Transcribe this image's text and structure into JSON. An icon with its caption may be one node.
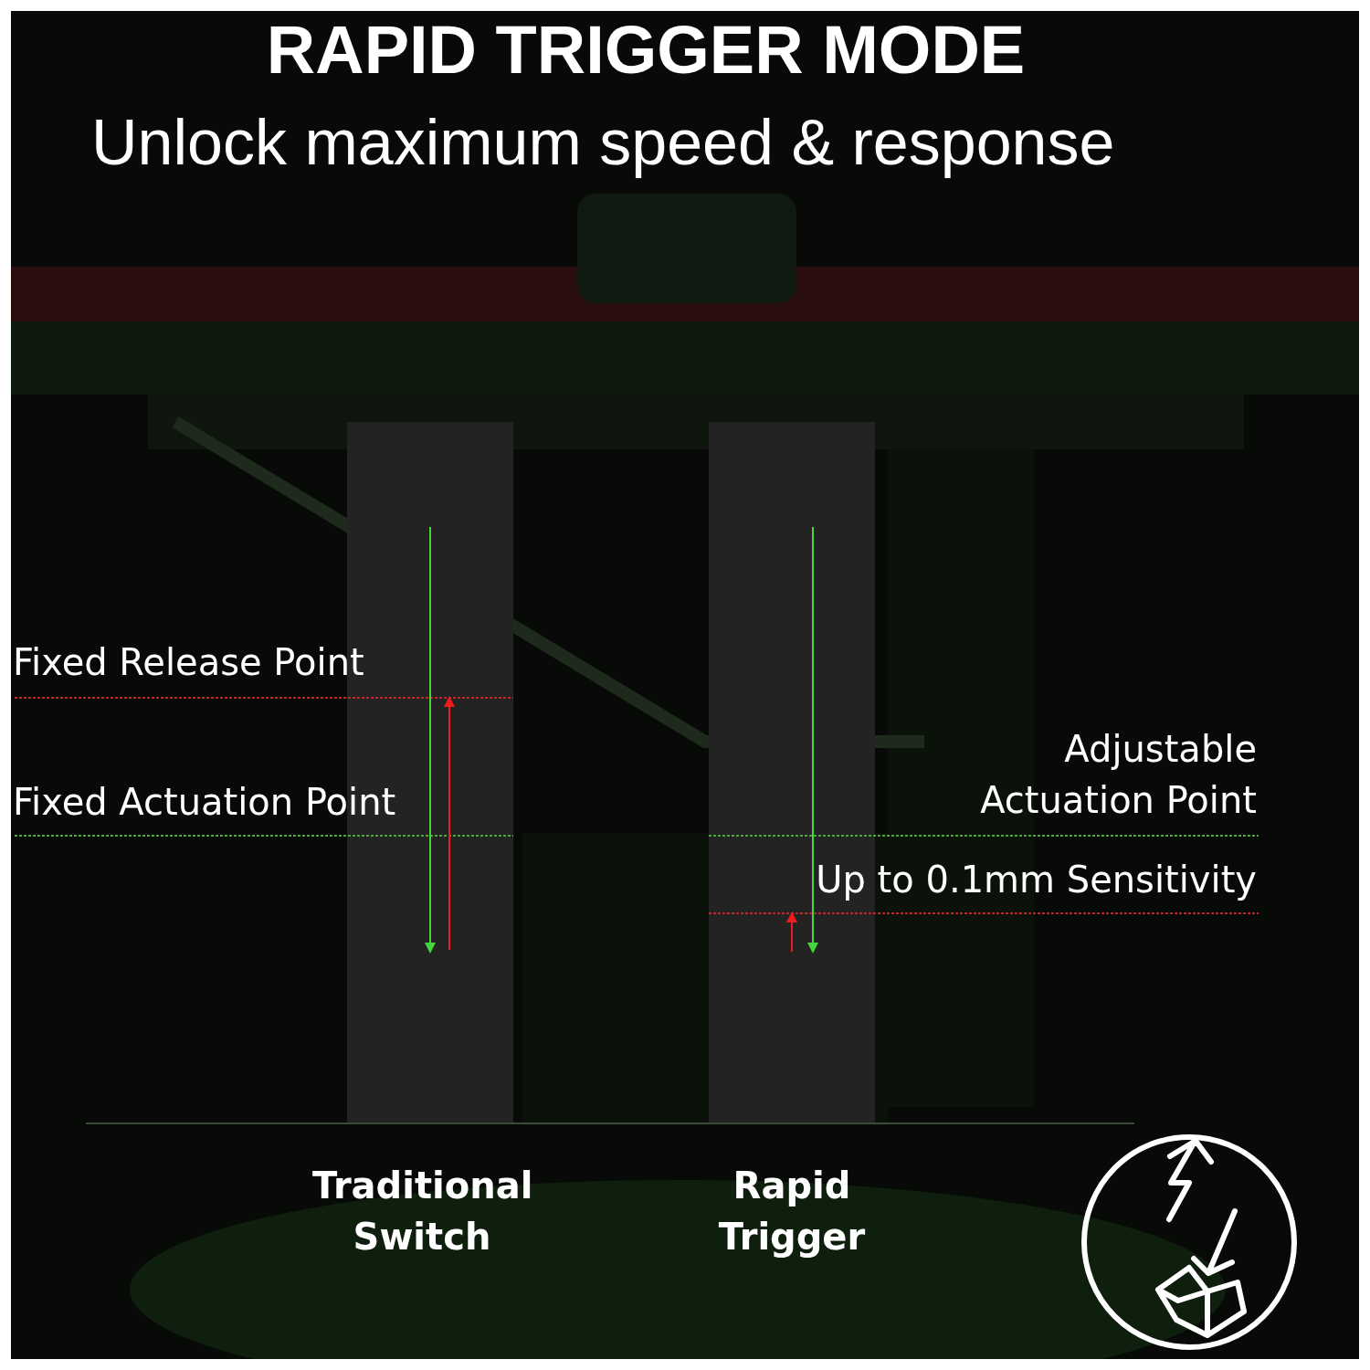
{
  "diagram": {
    "title": "RAPID TRIGGER MODE",
    "labels": [
      "Unlock maximum speed & response",
      "Fixed Release Point",
      "Fixed Actuation Point",
      "Adjustable Actuation Point",
      "Up to 0.1mm Sensitivity",
      "Traditional Switch",
      "Rapid Trigger"
    ]
  }
}
